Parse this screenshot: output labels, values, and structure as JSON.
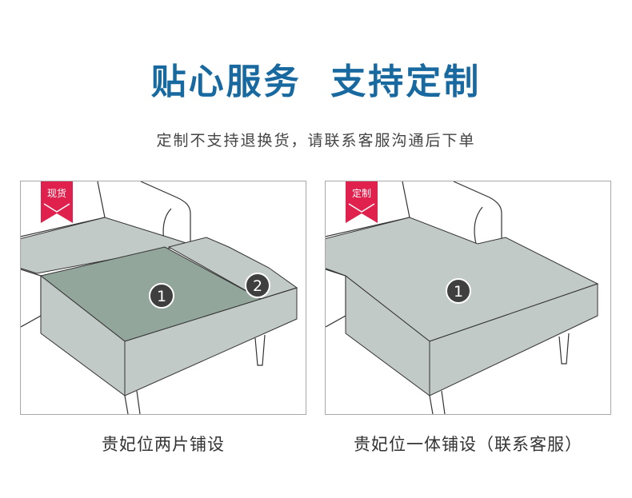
{
  "header": {
    "title": "贴心服务  支持定制",
    "subtitle": "定制不支持退换货，请联系客服沟通后下单"
  },
  "panels": [
    {
      "tag": "现货",
      "markers": [
        "1",
        "2"
      ],
      "caption": "贵妃位两片铺设"
    },
    {
      "tag": "定制",
      "markers": [
        "1"
      ],
      "caption": "贵妃位一体铺设（联系客服）"
    }
  ],
  "colors": {
    "title": "#17699f",
    "tag": "#e0204d",
    "cushion_dark": "#93a69c",
    "cushion_light": "#c2cac7",
    "marker": "#3f3f3f"
  }
}
